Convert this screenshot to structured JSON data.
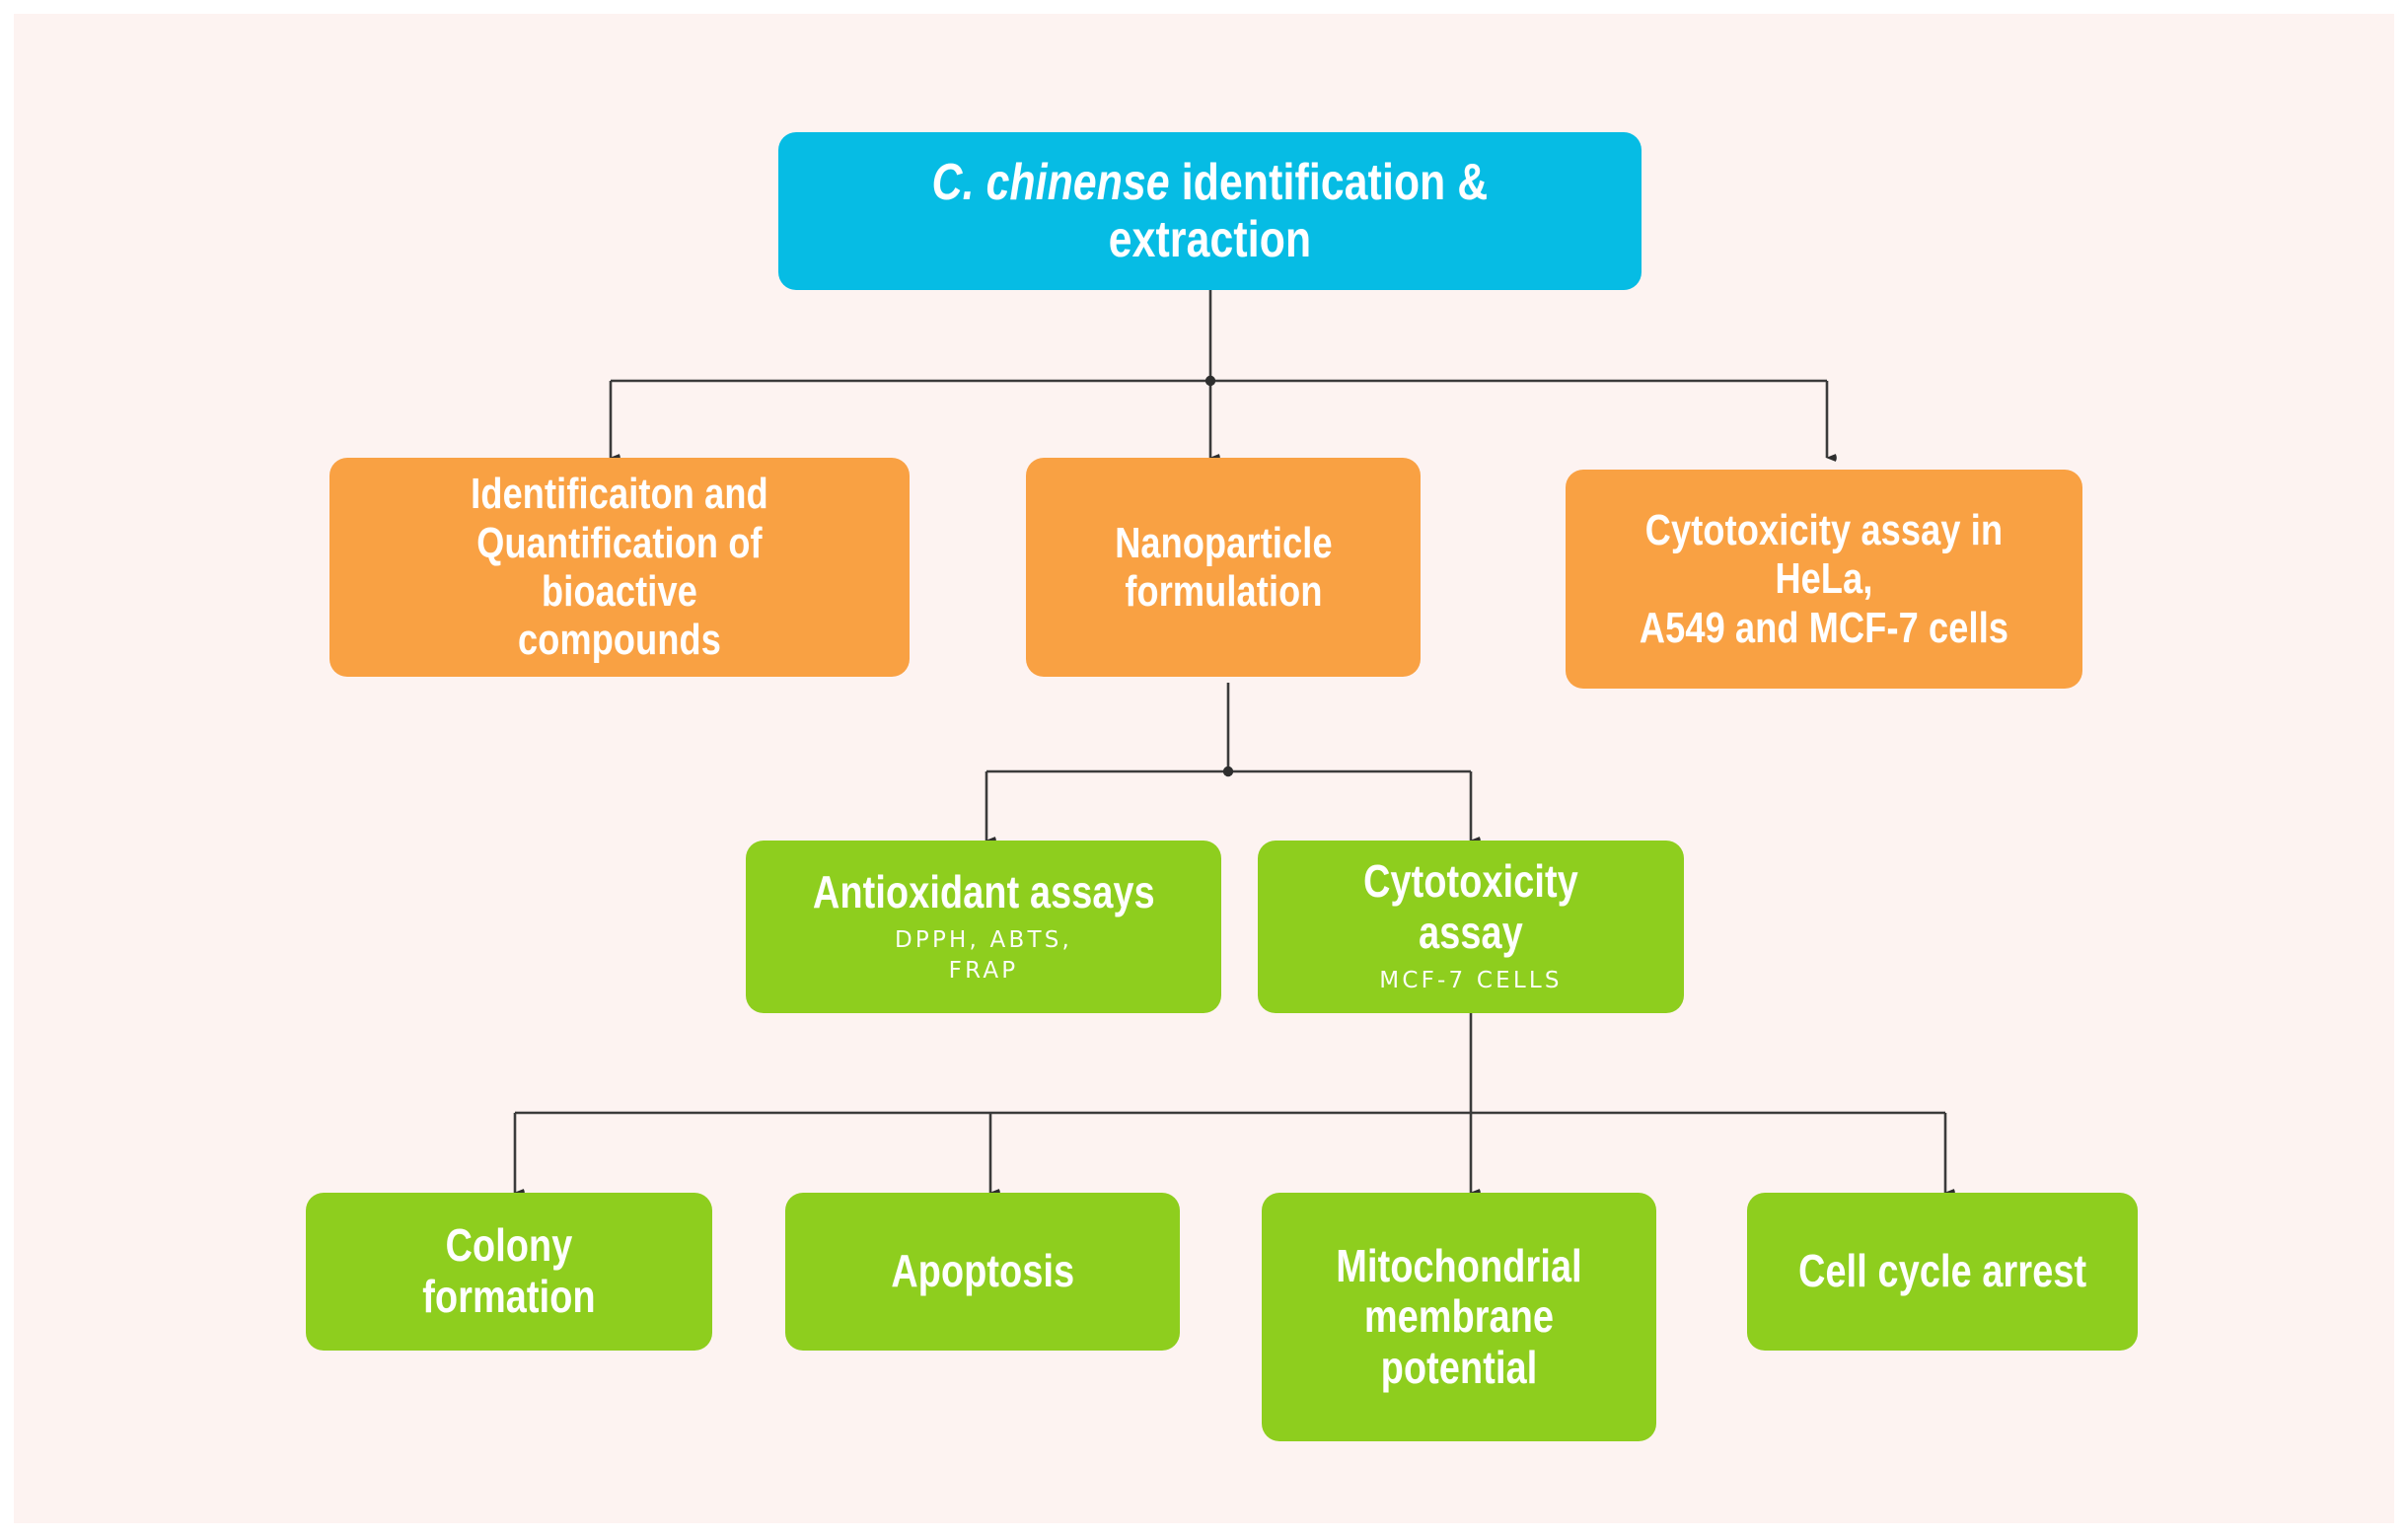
{
  "canvas": {
    "background_color": "#fdf3f1",
    "outer_color": "#ffffff"
  },
  "palette": {
    "root": "#06bce4",
    "level2": "#f9a143",
    "level3": "#8ece1e",
    "level4": "#8ece1e",
    "connector": "#3b3b3b",
    "text": "#ffffff"
  },
  "diagram": {
    "type": "flowchart",
    "root": {
      "id": "root",
      "title_prefix_italic": "C. chinense",
      "title_rest": " identification & extraction",
      "full_text": "C. chinense identification & extraction",
      "color": "#06bce4"
    },
    "level2": [
      {
        "id": "identification-quantification",
        "text": "Identificaiton and\nQuantification of bioactive\ncompounds",
        "color": "#f9a143"
      },
      {
        "id": "nanoparticle-formulation",
        "text": "Nanoparticle\nformulation",
        "color": "#f9a143"
      },
      {
        "id": "cytotoxicity-hela-a549-mcf7",
        "text": "Cytotoxicity assay in HeLa,\nA549 and MCF-7 cells",
        "color": "#f9a143"
      }
    ],
    "level3": [
      {
        "id": "antioxidant-assays",
        "text": "Antioxidant assays",
        "subtitle": "DPPH, ABTS,\nFRAP",
        "color": "#8ece1e"
      },
      {
        "id": "cytotoxicity-assay",
        "text": "Cytotoxicity assay",
        "subtitle": "MCF-7 CELLS",
        "color": "#8ece1e"
      }
    ],
    "level4": [
      {
        "id": "colony-formation",
        "text": "Colony formation",
        "color": "#8ece1e"
      },
      {
        "id": "apoptosis",
        "text": "Apoptosis",
        "color": "#8ece1e"
      },
      {
        "id": "mitochondrial-membrane-potential",
        "text": "Mitochondrial\nmembrane\npotential",
        "color": "#8ece1e"
      },
      {
        "id": "cell-cycle-arrest",
        "text": "Cell cycle arrest",
        "color": "#8ece1e"
      }
    ]
  }
}
